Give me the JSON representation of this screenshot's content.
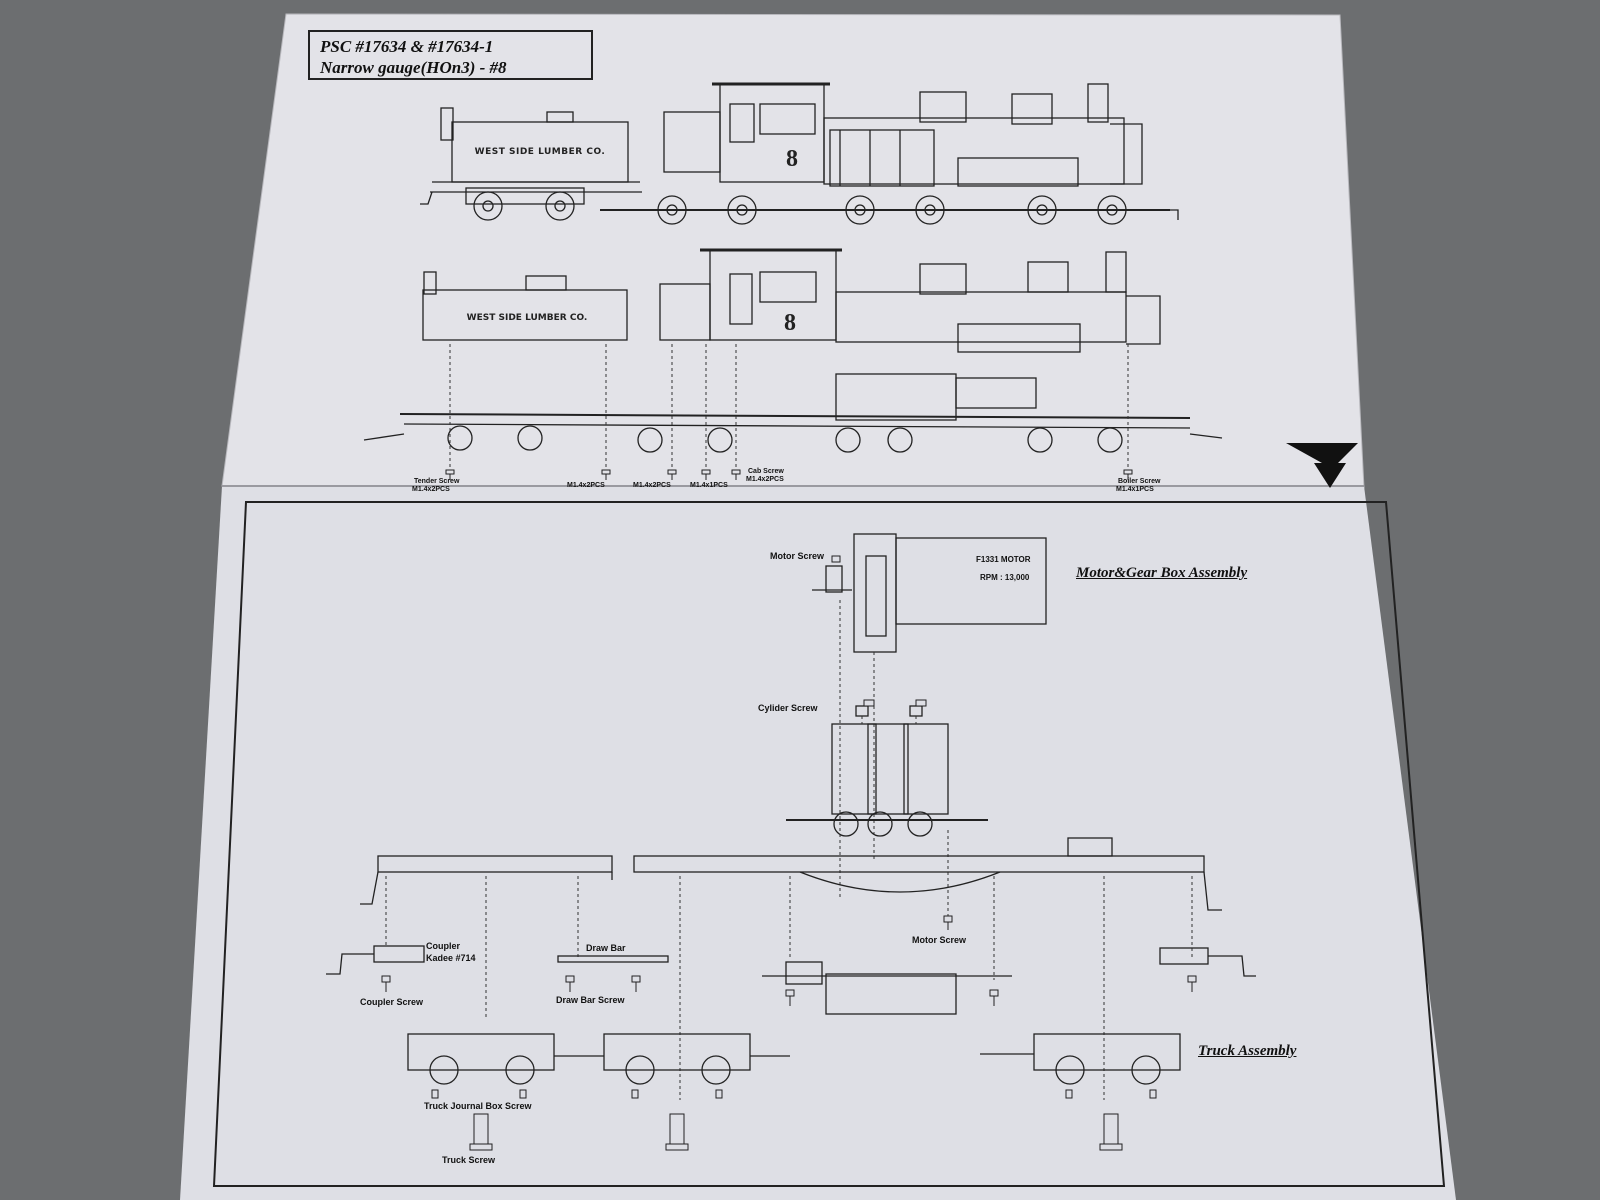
{
  "title": {
    "line1": "PSC #17634 & #17634-1",
    "line2": "Narrow gauge(HOn3) - #8"
  },
  "locomotive": {
    "tender_lettering": "WEST SIDE LUMBER CO.",
    "engine_number": "8"
  },
  "upper_screw_labels": {
    "tender_screw": "Tender Screw",
    "tender_screw_spec": "M1.4x2PCS",
    "m14x2pcs_a": "M1.4x2PCS",
    "m14x2pcs_b": "M1.4x2PCS",
    "m14x1pcs": "M1.4x1PCS",
    "cab_screw": "Cab Screw",
    "cab_screw_spec": "M1.4x2PCS",
    "boiler_screw": "Boiler Screw",
    "boiler_screw_spec": "M1.4x1PCS"
  },
  "motor_assembly": {
    "title": "Motor&Gear Box Assembly",
    "motor_screw": "Motor Screw",
    "motor_name": "F1331 MOTOR",
    "motor_rpm": "RPM : 13,000"
  },
  "lower_labels": {
    "cylinder_screw": "Cylider Screw",
    "motor_screw": "Motor Screw",
    "coupler": "Coupler",
    "coupler_model": "Kadee #714",
    "coupler_screw": "Coupler Screw",
    "draw_bar": "Draw Bar",
    "draw_bar_screw": "Draw Bar Screw",
    "truck_journal_box_screw": "Truck Journal Box Screw",
    "truck_screw": "Truck Screw",
    "truck_assembly": "Truck Assembly"
  }
}
